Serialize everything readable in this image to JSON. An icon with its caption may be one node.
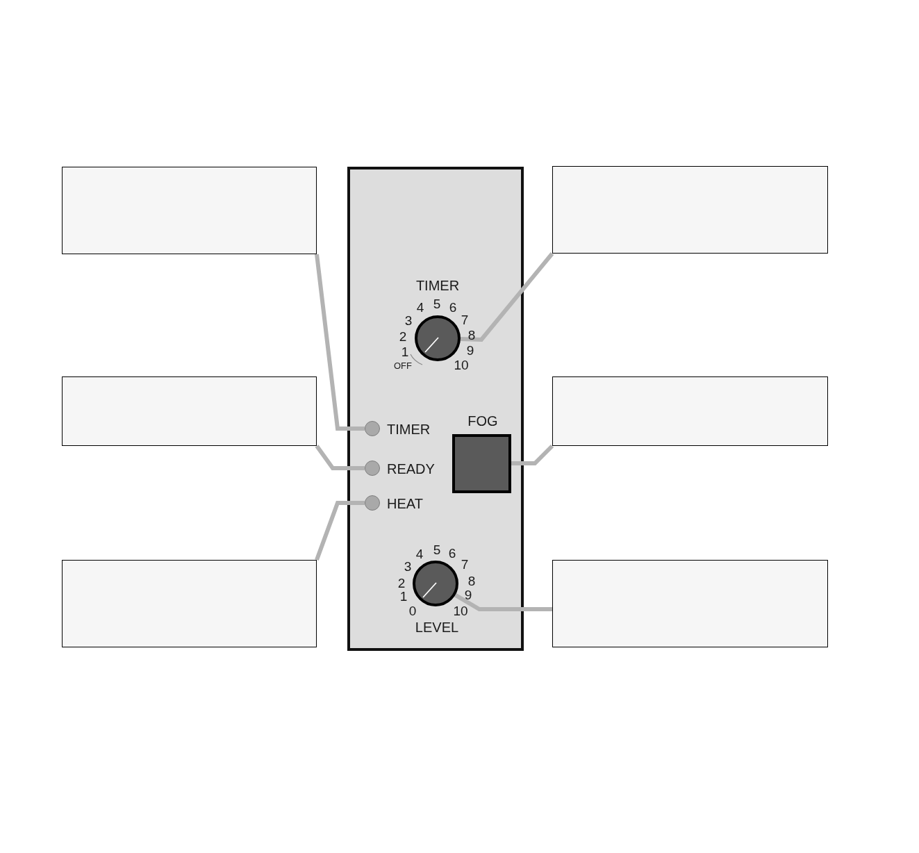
{
  "diagram": {
    "nodes": [
      {
        "text": [],
        "shape": "box"
      },
      {
        "text": [],
        "shape": "box"
      },
      {
        "text": [],
        "shape": "box"
      },
      {
        "text": [],
        "shape": "circle",
        "in": 1,
        "beside": [
          "TIMER",
          "4",
          "5",
          "6",
          "3",
          "7",
          "2",
          "8",
          "1",
          "9",
          "OFF",
          "10"
        ]
      },
      {
        "text": [],
        "shape": "box"
      },
      {
        "text": [],
        "shape": "box"
      },
      {
        "text": [],
        "shape": "circle",
        "in": 1,
        "beside": [
          "TIMER"
        ]
      },
      {
        "text": [],
        "shape": "box",
        "in": 1,
        "beside": [
          "FOG"
        ]
      },
      {
        "text": [],
        "shape": "circle",
        "in": 1,
        "beside": [
          "READY"
        ]
      },
      {
        "text": [],
        "shape": "circle",
        "in": 1,
        "beside": [
          "HEAT"
        ]
      },
      {
        "text": [],
        "shape": "box"
      },
      {
        "text": [],
        "shape": "box"
      },
      {
        "text": [],
        "shape": "circle",
        "in": 1,
        "beside": [
          "4",
          "5",
          "6",
          "3",
          "7",
          "2",
          "8",
          "1",
          "9",
          "0",
          "10",
          "LEVEL"
        ]
      }
    ],
    "edges": [
      {
        "from": 0,
        "to": 6,
        "arrow": "none"
      },
      {
        "from": 2,
        "to": 3,
        "arrow": "none"
      },
      {
        "from": 4,
        "to": 8,
        "arrow": "none"
      },
      {
        "from": 5,
        "to": 7,
        "arrow": "none"
      },
      {
        "from": 10,
        "to": 9,
        "arrow": "none"
      },
      {
        "from": 11,
        "to": 12,
        "arrow": "none"
      }
    ]
  }
}
